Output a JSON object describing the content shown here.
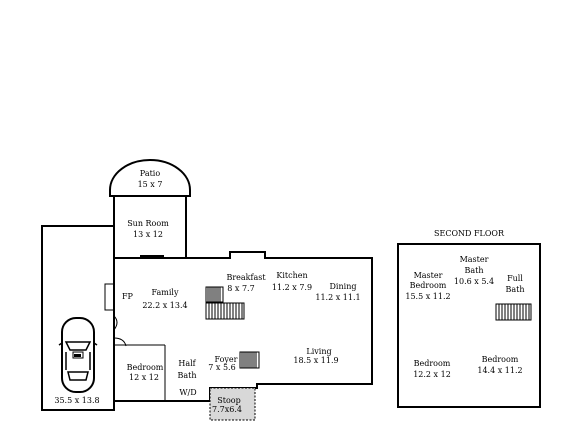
{
  "floor_plan": {
    "second_floor_title": "SECOND FLOOR",
    "rooms": {
      "patio": {
        "name": "Patio",
        "size": "15 x 7"
      },
      "sunroom": {
        "name": "Sun Room",
        "size": "13 x 12"
      },
      "family": {
        "name": "Family",
        "size": "22.2 x 13.4"
      },
      "fp": {
        "name": "FP"
      },
      "breakfast": {
        "name": "Breakfast",
        "size": "8 x 7.7"
      },
      "kitchen": {
        "name": "Kitchen",
        "size": "11.2 x 7.9"
      },
      "dining": {
        "name": "Dining",
        "size": "11.2 x 11.1"
      },
      "bedroom1": {
        "name": "Bedroom",
        "size": "12 x 12"
      },
      "halfbath": {
        "name_line1": "Half",
        "name_line2": "Bath"
      },
      "wd": {
        "name": "W/D"
      },
      "foyer": {
        "name": "Foyer",
        "size": "7 x 5.6"
      },
      "living": {
        "name": "Living",
        "size": "18.5 x 11.9"
      },
      "stoop": {
        "name": "Stoop",
        "size": "7.7x6.4"
      },
      "garage": {
        "size": "35.5 x 13.8"
      },
      "master_bedroom": {
        "name_line1": "Master",
        "name_line2": "Bedroom",
        "size": "15.5 x 11.2"
      },
      "master_bath": {
        "name_line1": "Master",
        "name_line2": "Bath",
        "size": "10.6 x 5.4"
      },
      "full_bath": {
        "name_line1": "Full",
        "name_line2": "Bath"
      },
      "bedroom2": {
        "name": "Bedroom",
        "size": "12.2 x 12"
      },
      "bedroom3": {
        "name": "Bedroom",
        "size": "14.4 x 11.2"
      }
    }
  }
}
